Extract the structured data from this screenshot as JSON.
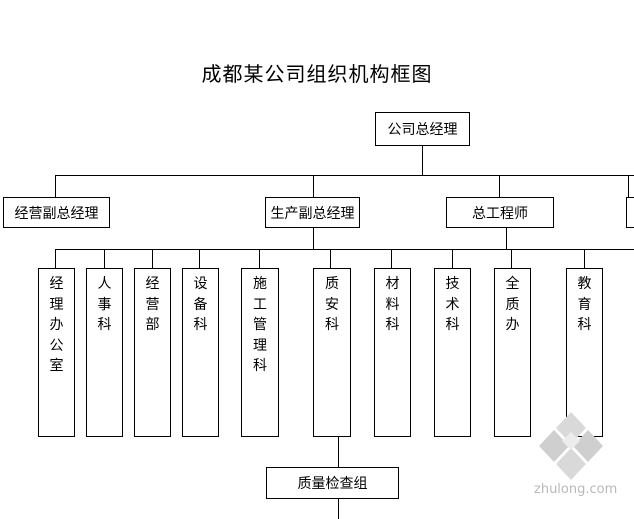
{
  "title": "成都某公司组织机构框图",
  "top": {
    "label": "公司总经理"
  },
  "deputies": [
    {
      "label": "经营副总经理"
    },
    {
      "label": "生产副总经理"
    },
    {
      "label": "总工程师"
    },
    {
      "label": ""
    }
  ],
  "departments": [
    {
      "label": "经理办公室"
    },
    {
      "label": "人事科"
    },
    {
      "label": "经营部"
    },
    {
      "label": "设备科"
    },
    {
      "label": "施工管理科"
    },
    {
      "label": "质安科"
    },
    {
      "label": "材料科"
    },
    {
      "label": "技术科"
    },
    {
      "label": "全质办"
    },
    {
      "label": "教育科"
    }
  ],
  "sub_unit": {
    "label": "质量检查组"
  },
  "watermark": {
    "text": "zhulong.com"
  },
  "colors": {
    "line": "#000000",
    "watermark": "#b9b9b9"
  }
}
